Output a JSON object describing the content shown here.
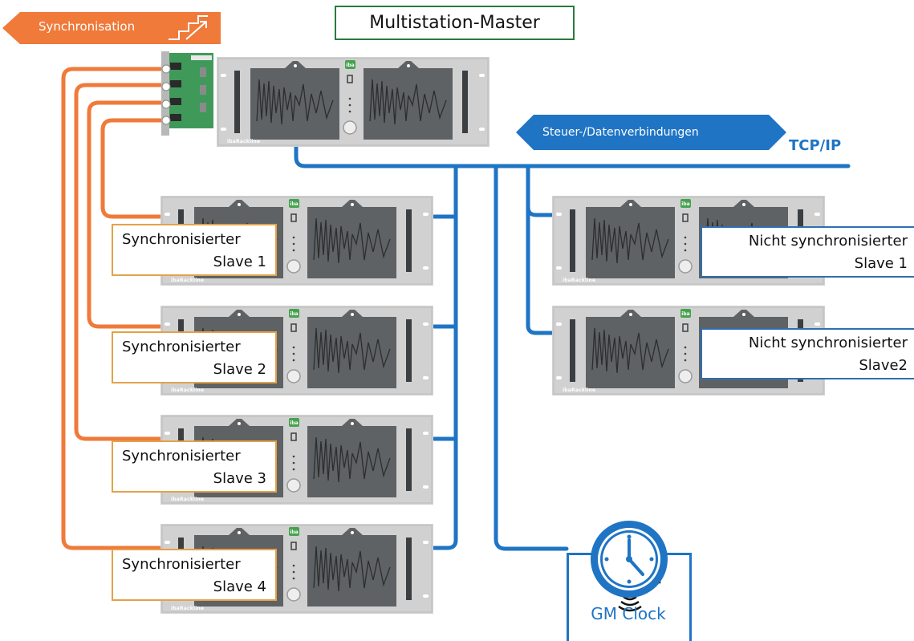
{
  "diagram": {
    "title": "Multistation-Master",
    "synchronisation_label": "Synchronisation",
    "data_connections_label": "Steuer-/Datenverbindungen",
    "network_label": "TCP/IP",
    "rack_brand": "ibaRackline",
    "sync_slaves": [
      {
        "line1": "Synchronisierter",
        "line2": "Slave 1"
      },
      {
        "line1": "Synchronisierter",
        "line2": "Slave 2"
      },
      {
        "line1": "Synchronisierter",
        "line2": "Slave 3"
      },
      {
        "line1": "Synchronisierter",
        "line2": "Slave 4"
      }
    ],
    "unsync_slaves": [
      {
        "line1": "Nicht synchronisierter",
        "line2": "Slave 1"
      },
      {
        "line1": "Nicht synchronisierter",
        "line2": "Slave2"
      }
    ],
    "clock_label": "GM Clock",
    "icons": [
      "stairs-arrow-icon",
      "gps-satellite-icon",
      "clock-icon"
    ],
    "colors": {
      "sync_cable": "#ef7a3a",
      "network_cable": "#1f74c4",
      "rack_body": "#d1d1d1",
      "screen": "#5f6264",
      "master_border": "#2a7a3e",
      "sync_label_border": "#e3a24a",
      "unsync_label_border": "#2f6fb0"
    }
  }
}
